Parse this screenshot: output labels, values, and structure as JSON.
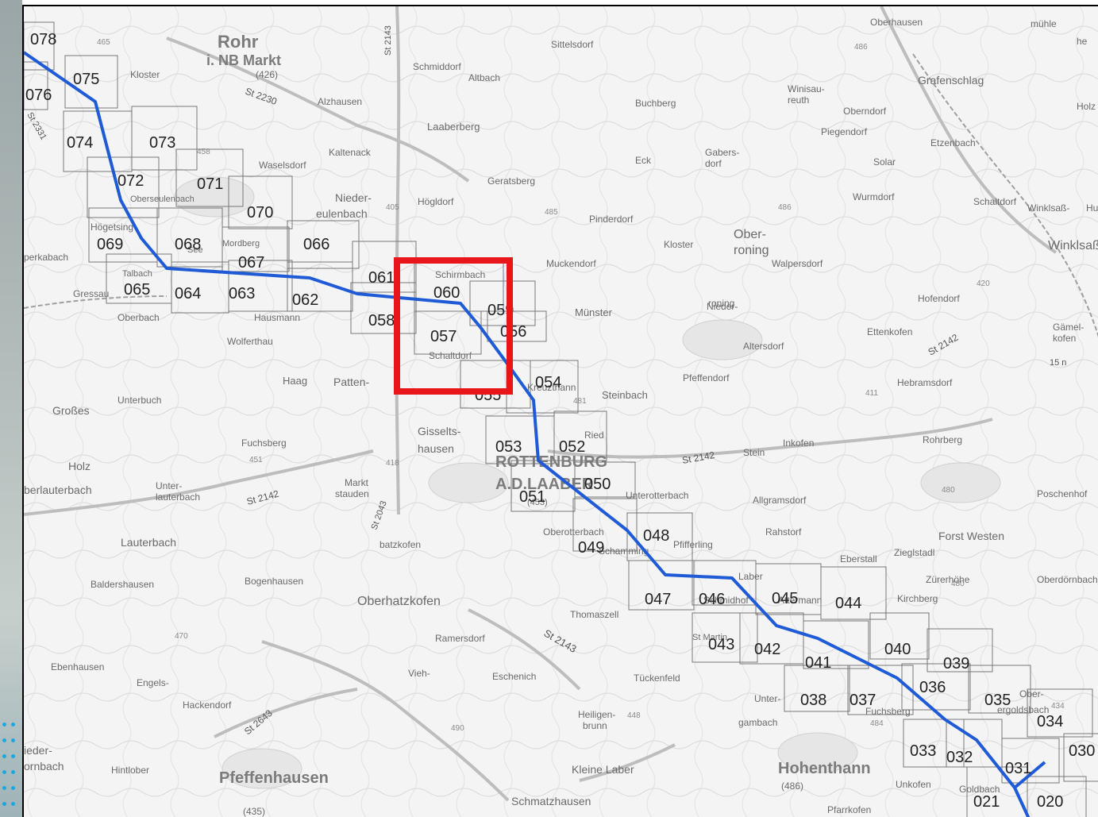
{
  "map": {
    "sheets": [
      {
        "id": "078"
      },
      {
        "id": "076"
      },
      {
        "id": "075"
      },
      {
        "id": "074"
      },
      {
        "id": "073"
      },
      {
        "id": "072"
      },
      {
        "id": "071"
      },
      {
        "id": "070"
      },
      {
        "id": "069"
      },
      {
        "id": "068"
      },
      {
        "id": "067"
      },
      {
        "id": "066"
      },
      {
        "id": "065"
      },
      {
        "id": "064"
      },
      {
        "id": "063"
      },
      {
        "id": "062"
      },
      {
        "id": "061"
      },
      {
        "id": "060"
      },
      {
        "id": "059"
      },
      {
        "id": "058"
      },
      {
        "id": "057"
      },
      {
        "id": "056"
      },
      {
        "id": "055"
      },
      {
        "id": "054"
      },
      {
        "id": "053"
      },
      {
        "id": "052"
      },
      {
        "id": "051"
      },
      {
        "id": "050"
      },
      {
        "id": "049"
      },
      {
        "id": "048"
      },
      {
        "id": "047"
      },
      {
        "id": "046"
      },
      {
        "id": "045"
      },
      {
        "id": "044"
      },
      {
        "id": "043"
      },
      {
        "id": "042"
      },
      {
        "id": "041"
      },
      {
        "id": "040"
      },
      {
        "id": "039"
      },
      {
        "id": "038"
      },
      {
        "id": "037"
      },
      {
        "id": "036"
      },
      {
        "id": "035"
      },
      {
        "id": "034"
      },
      {
        "id": "033"
      },
      {
        "id": "032"
      },
      {
        "id": "031"
      },
      {
        "id": "030"
      },
      {
        "id": "021"
      },
      {
        "id": "020"
      }
    ],
    "places": [
      {
        "name": "Rohr"
      },
      {
        "name": "i. NB Markt"
      },
      {
        "name": "(426)"
      },
      {
        "name": "Sittelsdorf"
      },
      {
        "name": "Schmiddorf"
      },
      {
        "name": "Altbach"
      },
      {
        "name": "Alzhausen"
      },
      {
        "name": "Laaberberg"
      },
      {
        "name": "Kaltenack"
      },
      {
        "name": "Waselsdorf"
      },
      {
        "name": "Buchberg"
      },
      {
        "name": "Eck"
      },
      {
        "name": "Gabers-"
      },
      {
        "name": "dorf"
      },
      {
        "name": "Winisau-"
      },
      {
        "name": "reuth"
      },
      {
        "name": "Oberndorf"
      },
      {
        "name": "Piegendorf"
      },
      {
        "name": "Etzenbach"
      },
      {
        "name": "Oberhausen"
      },
      {
        "name": "Grafenschlag"
      },
      {
        "name": "Solar"
      },
      {
        "name": "Wurmdorf"
      },
      {
        "name": "Schaltdorf"
      },
      {
        "name": "Winklsaß-"
      },
      {
        "name": "Winklsaß"
      },
      {
        "name": "Nieder-"
      },
      {
        "name": "eulenbach"
      },
      {
        "name": "Högldorf"
      },
      {
        "name": "Geratsberg"
      },
      {
        "name": "Pinderdorf"
      },
      {
        "name": "Kloster"
      },
      {
        "name": "Ober-"
      },
      {
        "name": "roning"
      },
      {
        "name": "Walpersdorf"
      },
      {
        "name": "Högetsing"
      },
      {
        "name": "See"
      },
      {
        "name": "Mordberg"
      },
      {
        "name": "Oberseulenbach"
      },
      {
        "name": "Muckendorf"
      },
      {
        "name": "Schirmbach"
      },
      {
        "name": "Gressau"
      },
      {
        "name": "Oberbach"
      },
      {
        "name": "Hausmann"
      },
      {
        "name": "Münster"
      },
      {
        "name": "Hofendorf"
      },
      {
        "name": "roning"
      },
      {
        "name": "Ettenkofen"
      },
      {
        "name": "Gämel-"
      },
      {
        "name": "kofen"
      },
      {
        "name": "Wolferthau"
      },
      {
        "name": "Schaltdorf"
      },
      {
        "name": "Altersdorf"
      },
      {
        "name": "Haag"
      },
      {
        "name": "Patten-"
      },
      {
        "name": "Pfeffendorf"
      },
      {
        "name": "Unterbuch"
      },
      {
        "name": "Hebramsdorf"
      },
      {
        "name": "Kreuzthann"
      },
      {
        "name": "Steinbach"
      },
      {
        "name": "Großes"
      },
      {
        "name": "Fuchsberg"
      },
      {
        "name": "Gisselts-"
      },
      {
        "name": "hausen"
      },
      {
        "name": "Ried"
      },
      {
        "name": "Rohrberg"
      },
      {
        "name": "Holz"
      },
      {
        "name": "ROTTENBURG"
      },
      {
        "name": "A.D.LAABER"
      },
      {
        "name": "Stein"
      },
      {
        "name": "Inkofen"
      },
      {
        "name": "Unter-"
      },
      {
        "name": "lauterbach"
      },
      {
        "name": "Markt"
      },
      {
        "name": "stauden"
      },
      {
        "name": "(453)"
      },
      {
        "name": "Unterotterbach"
      },
      {
        "name": "Allgramsdorf"
      },
      {
        "name": "Poschenhof"
      },
      {
        "name": "berlauterbach"
      },
      {
        "name": "Oberotterbach"
      },
      {
        "name": "Schamming"
      },
      {
        "name": "Pfifferling"
      },
      {
        "name": "Rahstorf"
      },
      {
        "name": "Forst Westen"
      },
      {
        "name": "Lauterbach"
      },
      {
        "name": "batzkofen"
      },
      {
        "name": "Eberstall"
      },
      {
        "name": "Zieglstadl"
      },
      {
        "name": "Baldershausen"
      },
      {
        "name": "Bogenhausen"
      },
      {
        "name": "Laber"
      },
      {
        "name": "Oberhatzkofen"
      },
      {
        "name": "Thomaszell"
      },
      {
        "name": "Schmidhof"
      },
      {
        "name": "Attermann"
      },
      {
        "name": "Kirchberg"
      },
      {
        "name": "Zürerhöhe"
      },
      {
        "name": "Oberdörnbach"
      },
      {
        "name": "Ramersdorf"
      },
      {
        "name": "St Martin"
      },
      {
        "name": "Ebenhausen"
      },
      {
        "name": "Vieh-"
      },
      {
        "name": "Engels-"
      },
      {
        "name": "Eschenich"
      },
      {
        "name": "Tückenfeld"
      },
      {
        "name": "Ober-"
      },
      {
        "name": "ergoldsbach"
      },
      {
        "name": "Hackendorf"
      },
      {
        "name": "Unter-"
      },
      {
        "name": "gambach"
      },
      {
        "name": "Heiligen-"
      },
      {
        "name": "brunn"
      },
      {
        "name": "Kleine Laber"
      },
      {
        "name": "Hohenthann"
      },
      {
        "name": "(486)"
      },
      {
        "name": "Pfeffenhausen"
      },
      {
        "name": "(435)"
      },
      {
        "name": "Hintlober"
      },
      {
        "name": "Schmatzhausen"
      },
      {
        "name": "Unkofen"
      },
      {
        "name": "Pfarrkofen"
      },
      {
        "name": "Goldbach"
      },
      {
        "name": "ieder-"
      },
      {
        "name": "ornbach"
      },
      {
        "name": "Talbach"
      },
      {
        "name": "Kloster"
      },
      {
        "name": "perkabach"
      },
      {
        "name": "Fuchsberg"
      },
      {
        "name": "mühle"
      },
      {
        "name": "he"
      },
      {
        "name": "Holz"
      },
      {
        "name": "Hu"
      },
      {
        "name": "Nieder-"
      }
    ],
    "roads": [
      {
        "name": "St 2143"
      },
      {
        "name": "St 2230"
      },
      {
        "name": "St 2331"
      },
      {
        "name": "St 2142"
      },
      {
        "name": "St 2142"
      },
      {
        "name": "St 2142"
      },
      {
        "name": "St 2043"
      },
      {
        "name": "St 2143"
      },
      {
        "name": "St 2643"
      },
      {
        "name": "15 n"
      }
    ],
    "numbers": [
      {
        "name": "465"
      },
      {
        "name": "486"
      },
      {
        "name": "405"
      },
      {
        "name": "485"
      },
      {
        "name": "486"
      },
      {
        "name": "451"
      },
      {
        "name": "418"
      },
      {
        "name": "481"
      },
      {
        "name": "470"
      },
      {
        "name": "490"
      },
      {
        "name": "448"
      },
      {
        "name": "434"
      },
      {
        "name": "484"
      },
      {
        "name": "480"
      },
      {
        "name": "420"
      },
      {
        "name": "411"
      },
      {
        "name": "458"
      },
      {
        "name": "480"
      }
    ],
    "colors": {
      "route": "#1f5bd6",
      "highlight": "#e8151b",
      "grid": "#777777",
      "left_dots": "#19a8e0"
    }
  }
}
